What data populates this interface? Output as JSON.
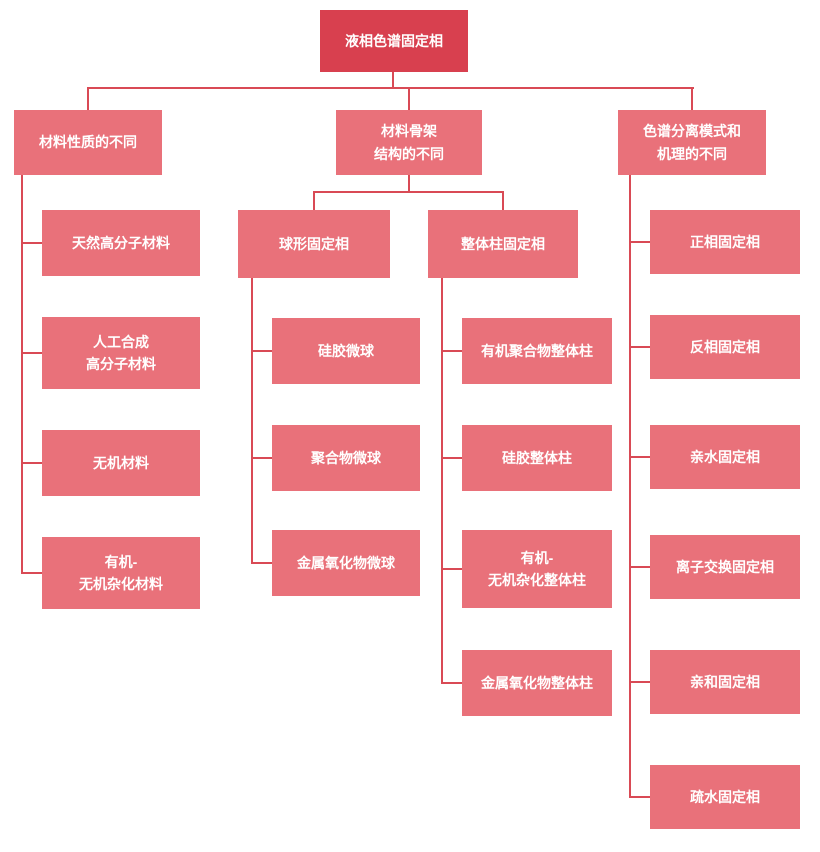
{
  "diagram": {
    "title": "液相色谱固定相",
    "colors": {
      "canvas_bg": "#ffffff",
      "root_bg": "#d8404f",
      "node_bg": "#e9717a",
      "line": "#d94a55",
      "text": "#ffffff"
    },
    "root": {
      "label": "液相色谱固定相"
    },
    "branches": [
      {
        "label": "材料性质的不同",
        "children": [
          {
            "label": "天然高分子材料"
          },
          {
            "label": "人工合成\n高分子材料"
          },
          {
            "label": "无机材料"
          },
          {
            "label": "有机-\n无机杂化材料"
          }
        ]
      },
      {
        "label": "材料骨架\n结构的不同",
        "children": [
          {
            "label": "球形固定相",
            "children": [
              {
                "label": "硅胶微球"
              },
              {
                "label": "聚合物微球"
              },
              {
                "label": "金属氧化物微球"
              }
            ]
          },
          {
            "label": "整体柱固定相",
            "children": [
              {
                "label": "有机聚合物整体柱"
              },
              {
                "label": "硅胶整体柱"
              },
              {
                "label": "有机-\n无机杂化整体柱"
              },
              {
                "label": "金属氧化物整体柱"
              }
            ]
          }
        ]
      },
      {
        "label": "色谱分离模式和\n机理的不同",
        "children": [
          {
            "label": "正相固定相"
          },
          {
            "label": "反相固定相"
          },
          {
            "label": "亲水固定相"
          },
          {
            "label": "离子交换固定相"
          },
          {
            "label": "亲和固定相"
          },
          {
            "label": "疏水固定相"
          }
        ]
      }
    ]
  }
}
